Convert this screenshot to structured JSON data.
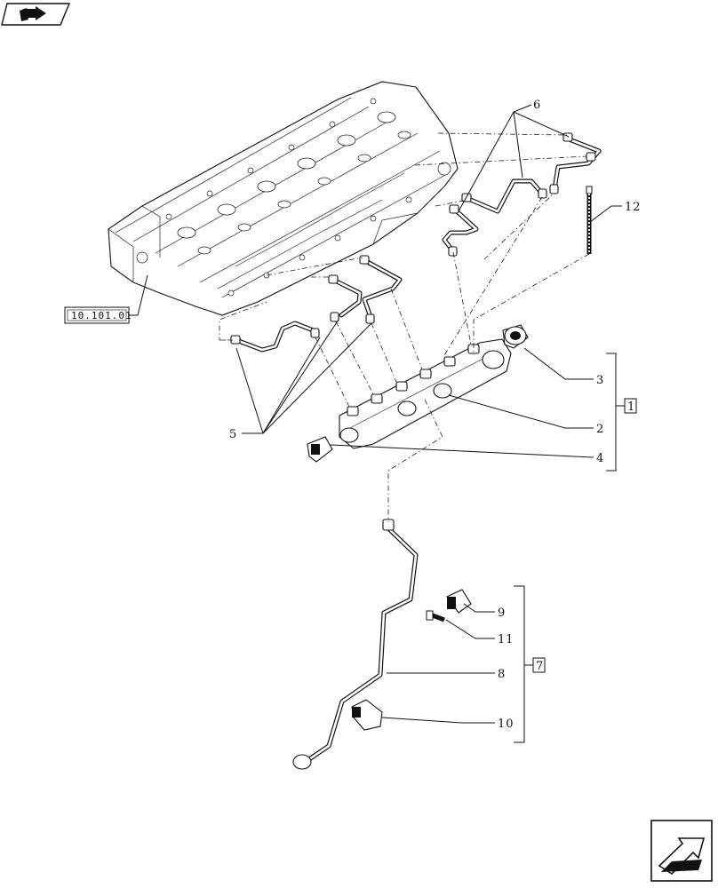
{
  "nav": {
    "icon_top": "book-arrow-icon",
    "icon_bottom": "next-arrow-icon"
  },
  "reference": {
    "label": "10.101.01"
  },
  "callouts": {
    "c1": "1",
    "c2": "2",
    "c3": "3",
    "c4": "4",
    "c5": "5",
    "c6": "6",
    "c7": "7",
    "c8": "8",
    "c9": "9",
    "c10": "10",
    "c11": "11",
    "c12": "12"
  }
}
